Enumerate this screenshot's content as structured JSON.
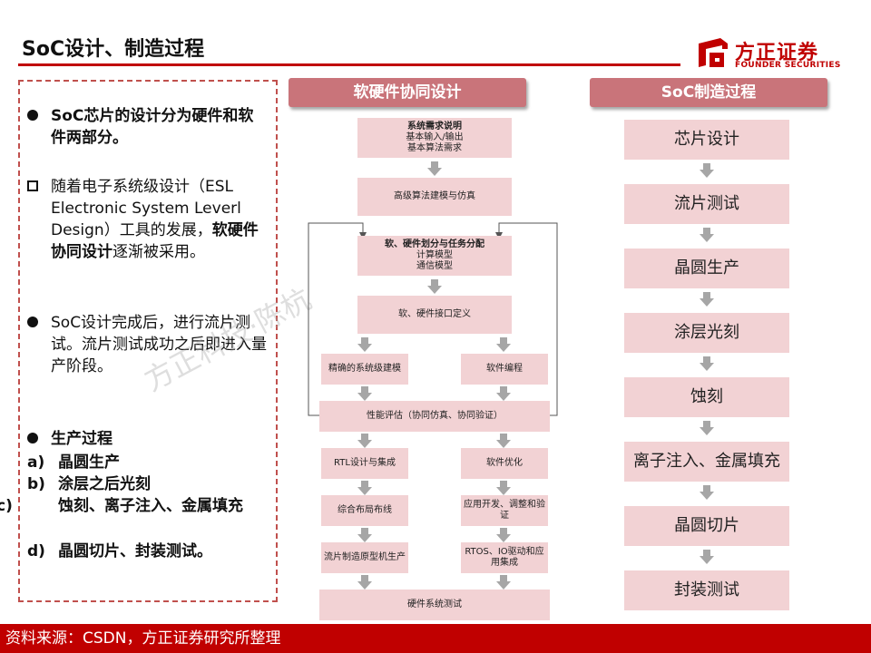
{
  "header": {
    "title": "SoC设计、制造过程",
    "logo_cn": "方正证券",
    "logo_en": "FOUNDER SECURITIES"
  },
  "left_panel": {
    "bullet1": "SoC芯片的设计分为硬件和软件两部分。",
    "bullet2_pre": "随着电子系统级设计（ESL Electronic System Leverl Design）工具的发展，",
    "bullet2_bold": "软硬件协同设计",
    "bullet2_post": "逐渐被采用。",
    "bullet3": "SoC设计完成后，进行流片测试。流片测试成功之后即进入量产阶段。",
    "bullet4": "生产过程",
    "list": [
      {
        "label": "a)",
        "text": "晶圆生产"
      },
      {
        "label": "b)",
        "text": "涂层之后光刻"
      },
      {
        "label": "c)",
        "text": "蚀刻、离子注入、金属填充"
      },
      {
        "label": "d)",
        "text": "晶圆切片、封装测试。"
      }
    ],
    "watermark": "方正科技·陈杭"
  },
  "middle": {
    "header": "软硬件协同设计",
    "box1": {
      "title": "系统需求说明",
      "lines": [
        "基本输入/输出",
        "基本算法需求"
      ]
    },
    "box2": "高级算法建模与仿真",
    "box3": {
      "title": "软、硬件划分与任务分配",
      "lines": [
        "计算模型",
        "通信模型"
      ]
    },
    "box4": "软、硬件接口定义",
    "box5_left": "精确的系统级建模",
    "box5_right": "软件编程",
    "box6": "性能评估（协同仿真、协同验证）",
    "box7_left": "RTL设计与集成",
    "box7_right": "软件优化",
    "box8_left": "综合布局布线",
    "box8_right": "应用开发、调整和验证",
    "box9_left": "流片制造原型机生产",
    "box9_right": "RTOS、IO驱动和应用集成",
    "box10": "硬件系统测试"
  },
  "right": {
    "header": "SoC制造过程",
    "steps": [
      "芯片设计",
      "流片测试",
      "晶圆生产",
      "涂层光刻",
      "蚀刻",
      "离子注入、金属填充",
      "晶圆切片",
      "封装测试"
    ]
  },
  "footer": {
    "source": "资料来源：CSDN，方正证券研究所整理"
  },
  "colors": {
    "brand_red": "#c00000",
    "header_pink": "#c9747a",
    "box_pink": "#f2d2d4",
    "arrow_gray": "#a6a6a6"
  }
}
